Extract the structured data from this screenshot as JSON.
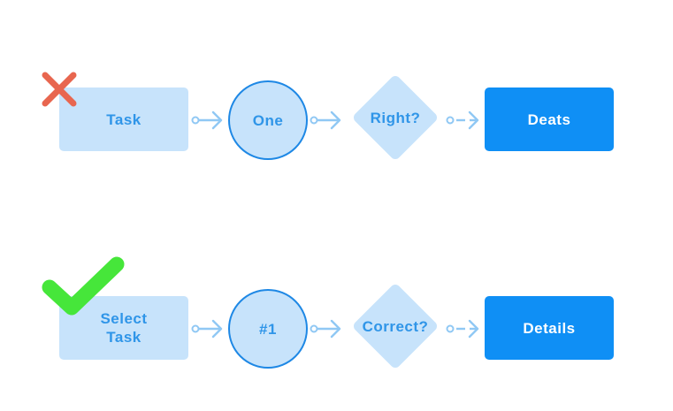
{
  "diagrams": [
    {
      "status": "incorrect",
      "status_color": "#e8664f",
      "status_icon": "cross-icon",
      "nodes": [
        {
          "shape": "rounded-rectangle",
          "label": "Task"
        },
        {
          "shape": "circle",
          "label": "One"
        },
        {
          "shape": "diamond",
          "label": "Right?"
        },
        {
          "shape": "solid-rectangle",
          "label": "Deats"
        }
      ],
      "connectors": [
        "solid-arrow",
        "solid-arrow",
        "dashed-arrow"
      ]
    },
    {
      "status": "correct",
      "status_color": "#46e63a",
      "status_icon": "check-icon",
      "nodes": [
        {
          "shape": "rounded-rectangle",
          "label": "Select\nTask"
        },
        {
          "shape": "circle",
          "label": "#1"
        },
        {
          "shape": "diamond",
          "label": "Correct?"
        },
        {
          "shape": "solid-rectangle",
          "label": "Details"
        }
      ],
      "connectors": [
        "solid-arrow",
        "solid-arrow",
        "dashed-arrow"
      ]
    }
  ],
  "colors": {
    "node_fill": "#c7e3fb",
    "node_text": "#2f95e8",
    "circle_border": "#1e88e5",
    "solid_fill": "#0f8ff5",
    "connector": "#90c8f4"
  }
}
